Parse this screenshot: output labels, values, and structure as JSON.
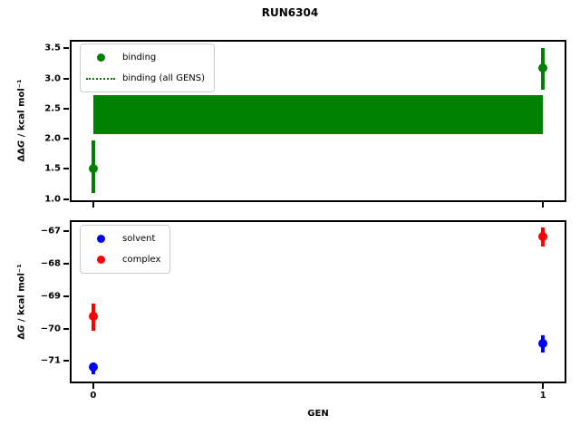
{
  "figure": {
    "title": "RUN6304",
    "xlabel": "GEN",
    "background": "#ffffff"
  },
  "chart_data": [
    {
      "type": "scatter",
      "subtype": "errorbar-with-band",
      "ylabel": {
        "pre": "ΔΔ",
        "italic": "G",
        "post": " / kcal mol⁻¹"
      },
      "xlim": [
        -0.052,
        1.052
      ],
      "ylim": [
        0.95,
        3.64
      ],
      "ytick_values": [
        1.0,
        1.5,
        2.0,
        2.5,
        3.0,
        3.5
      ],
      "ytick_labels": [
        "1.0",
        "1.5",
        "2.0",
        "2.5",
        "3.0",
        "3.5"
      ],
      "xtick_values": [
        0,
        1
      ],
      "xtick_labels": [
        "",
        ""
      ],
      "grid": false,
      "legend_position": "upper-left",
      "legend": [
        {
          "label": "binding",
          "marker": "dot",
          "color": "#008000"
        },
        {
          "label": "binding (all GENS)",
          "marker": "dotted-line",
          "color": "#008000"
        }
      ],
      "series": [
        {
          "name": "binding",
          "color": "#008000",
          "x": [
            0,
            1
          ],
          "y": [
            1.5,
            3.17
          ],
          "ylo": [
            1.1,
            2.82
          ],
          "yhi": [
            1.97,
            3.5
          ]
        }
      ],
      "band": {
        "label": "binding (all GENS)",
        "color": "#008000",
        "x0": 0,
        "x1": 1,
        "ylo": 2.08,
        "yhi": 2.73
      }
    },
    {
      "type": "scatter",
      "subtype": "errorbar",
      "ylabel": {
        "pre": "Δ",
        "italic": "G",
        "post": " / kcal mol⁻¹"
      },
      "xlim": [
        -0.052,
        1.052
      ],
      "ylim": [
        -71.69,
        -66.66
      ],
      "ytick_values": [
        -67,
        -68,
        -69,
        -70,
        -71
      ],
      "ytick_labels": [
        "−67",
        "−68",
        "−69",
        "−70",
        "−71"
      ],
      "xtick_values": [
        0,
        1
      ],
      "xtick_labels": [
        "0",
        "1"
      ],
      "grid": false,
      "legend_position": "upper-left",
      "legend": [
        {
          "label": "solvent",
          "marker": "dot",
          "color": "#0000ff"
        },
        {
          "label": "complex",
          "marker": "dot",
          "color": "#ff0000"
        }
      ],
      "series": [
        {
          "name": "solvent",
          "color": "#0000ff",
          "x": [
            0,
            1
          ],
          "y": [
            -71.2,
            -70.45
          ],
          "ylo": [
            -71.4,
            -70.73
          ],
          "yhi": [
            -71.05,
            -70.22
          ]
        },
        {
          "name": "complex",
          "color": "#ff0000",
          "x": [
            0,
            1
          ],
          "y": [
            -69.62,
            -67.17
          ],
          "ylo": [
            -70.07,
            -67.47
          ],
          "yhi": [
            -69.23,
            -66.89
          ]
        }
      ]
    }
  ]
}
